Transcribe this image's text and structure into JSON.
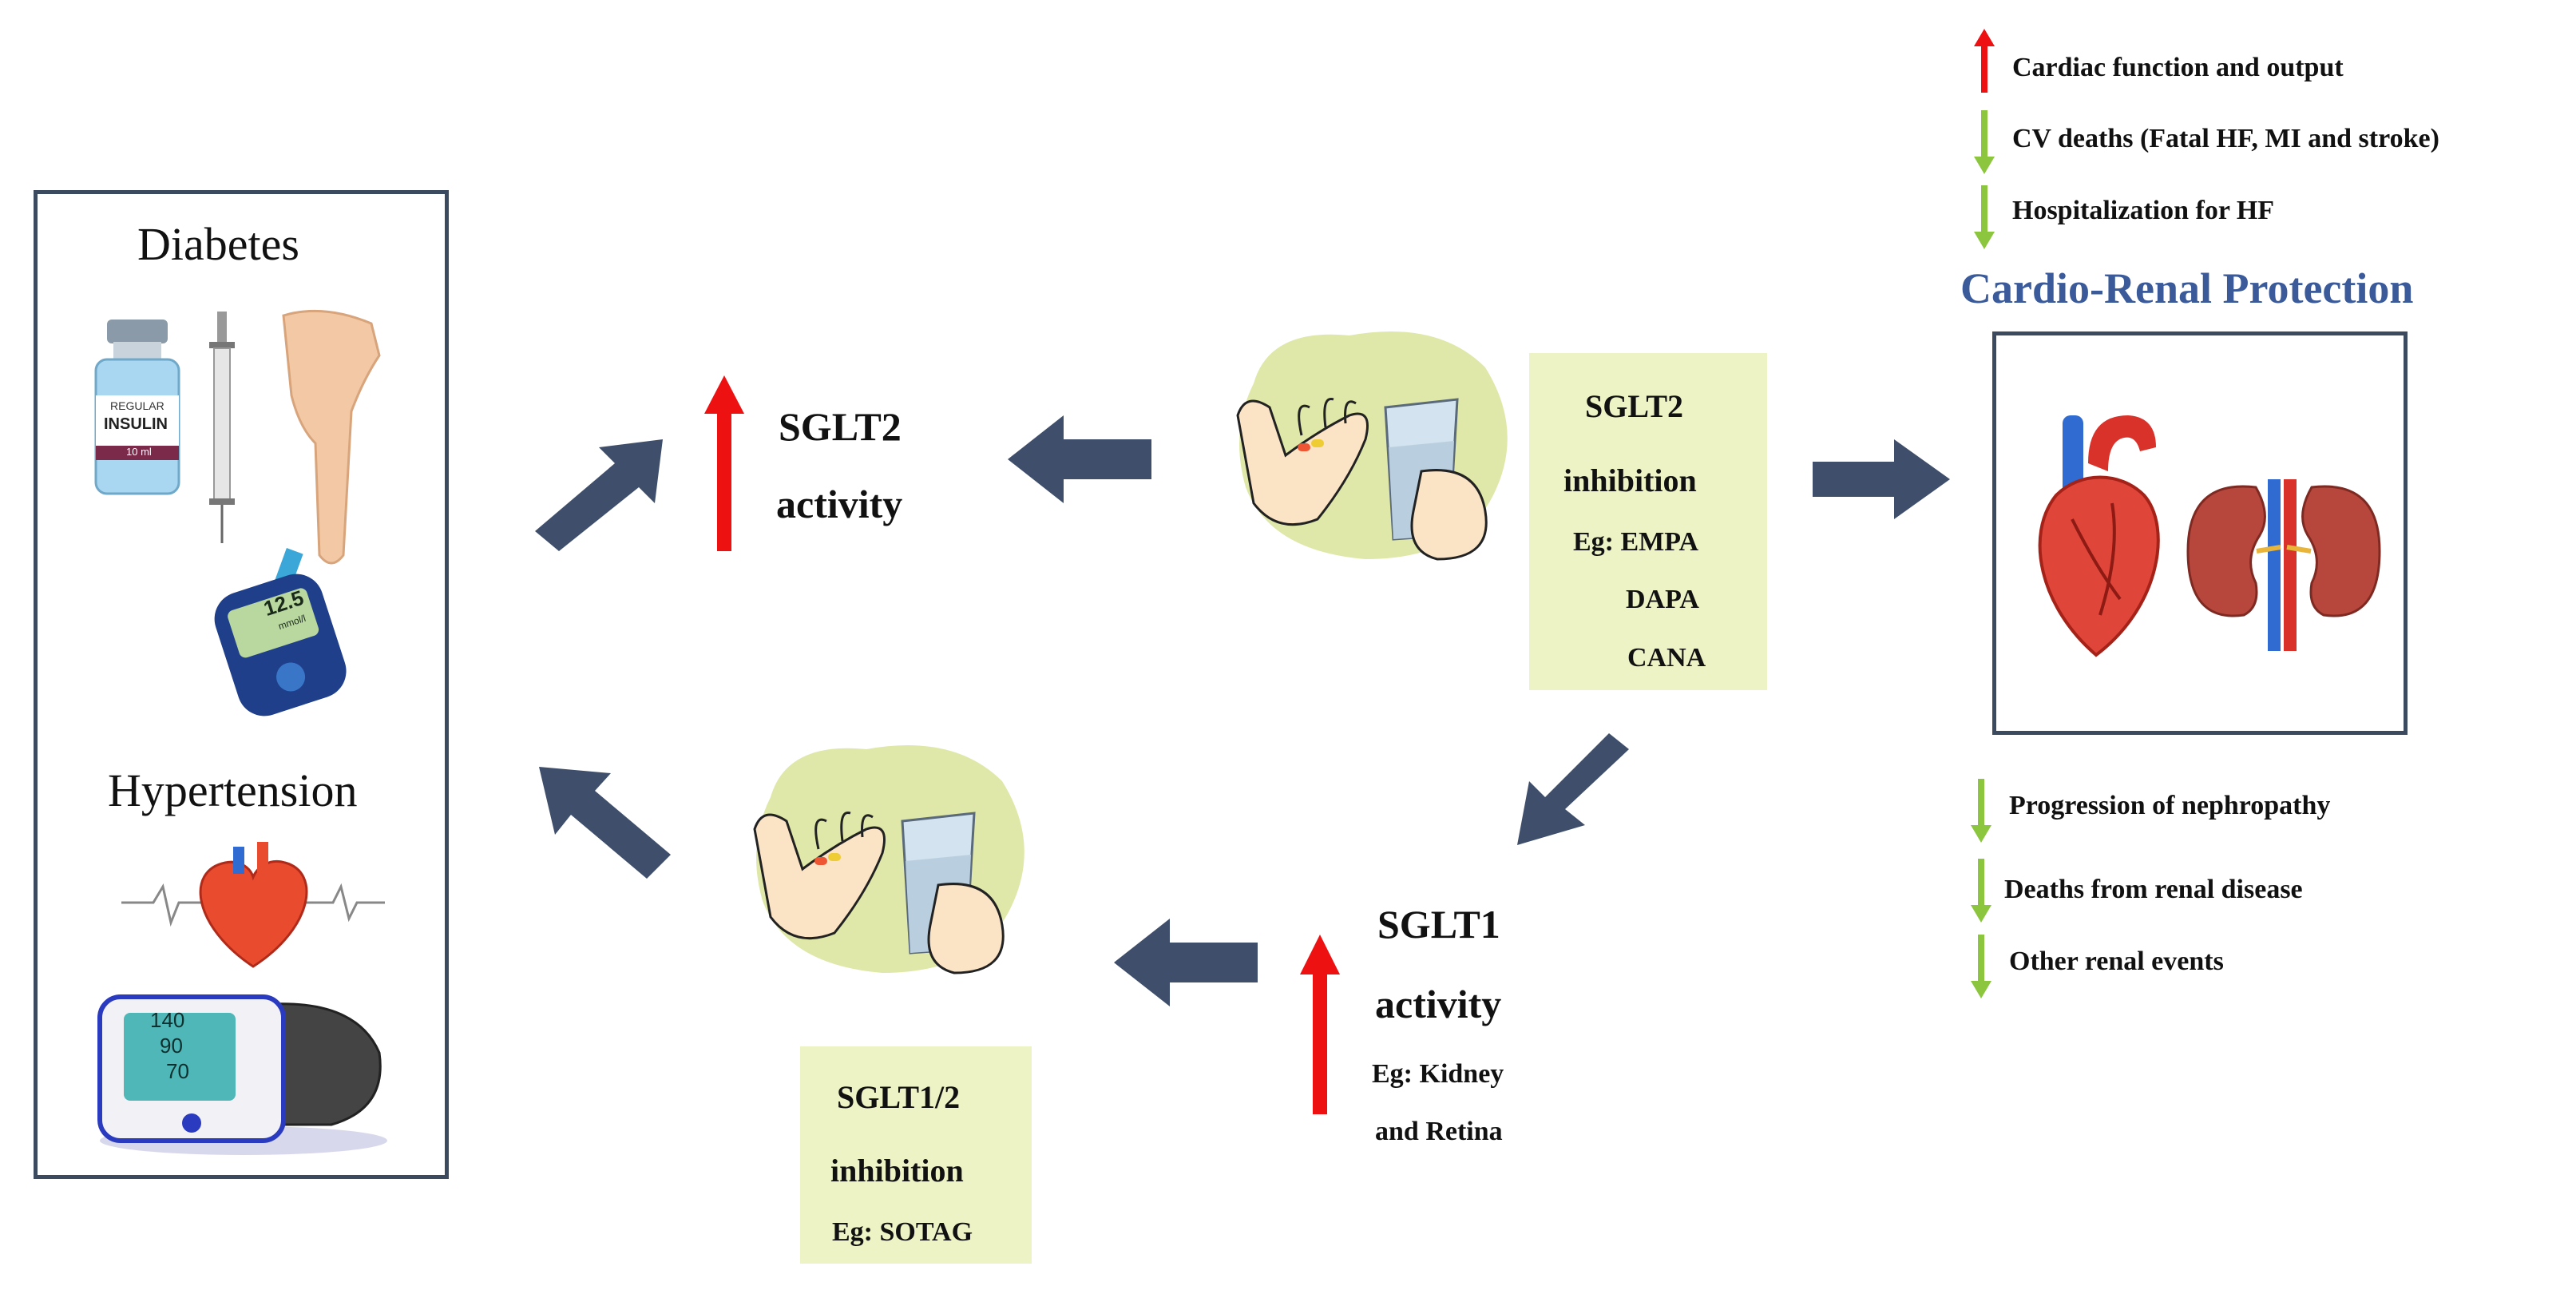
{
  "left_panel": {
    "diabetes": "Diabetes",
    "hypertension": "Hypertension"
  },
  "insulin_vial": {
    "line1": "REGULAR",
    "line2": "INSULIN",
    "line3": "10 ml"
  },
  "glucometer": {
    "reading": "12.5",
    "unit": "mmol/l"
  },
  "bp_monitor": {
    "sys": "140",
    "dia": "90",
    "pulse": "70"
  },
  "sglt2_activity": {
    "line1": "SGLT2",
    "line2": "activity"
  },
  "sglt2_inhibition": {
    "line1": "SGLT2",
    "line2": "inhibition",
    "eg1": "Eg: EMPA",
    "eg2": "DAPA",
    "eg3": "CANA"
  },
  "sglt1_activity": {
    "line1": "SGLT1",
    "line2": "activity",
    "eg1": "Eg: Kidney",
    "eg2": "and Retina"
  },
  "sglt12_inhibition": {
    "line1": "SGLT1/2",
    "line2": "inhibition",
    "eg": "Eg: SOTAG"
  },
  "cardio_effects": [
    "Cardiac function and output",
    "CV deaths (Fatal HF, MI and stroke)",
    "Hospitalization for HF"
  ],
  "protection_title": "Cardio-Renal Protection",
  "renal_effects": [
    "Progression of nephropathy",
    "Deaths from renal disease",
    "Other renal events"
  ],
  "colors": {
    "arrow": "#3f4f6b",
    "up": "#ee1111",
    "down": "#8cc63f",
    "note": "#eef3c6",
    "title": "#3a5a9a"
  }
}
